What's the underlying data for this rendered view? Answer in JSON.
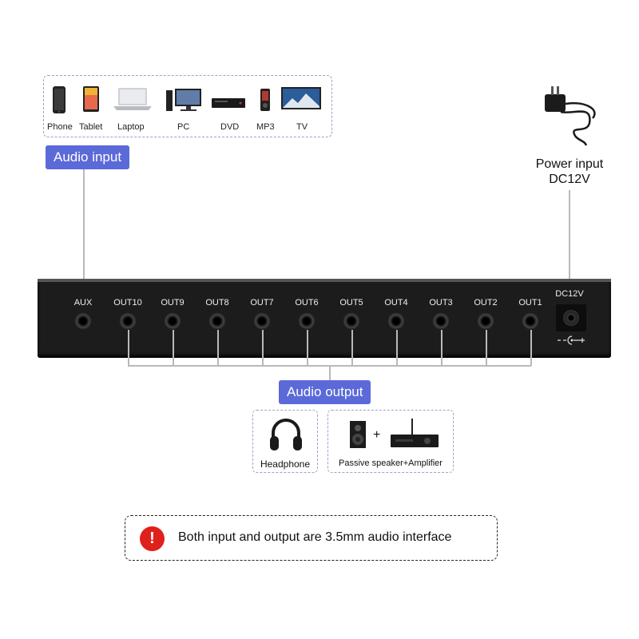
{
  "input_devices": [
    {
      "label": "Phone",
      "icon": "phone-icon"
    },
    {
      "label": "Tablet",
      "icon": "tablet-icon"
    },
    {
      "label": "Laptop",
      "icon": "laptop-icon"
    },
    {
      "label": "PC",
      "icon": "pc-icon"
    },
    {
      "label": "DVD",
      "icon": "dvd-icon"
    },
    {
      "label": "MP3",
      "icon": "mp3-icon"
    },
    {
      "label": "TV",
      "icon": "tv-icon"
    }
  ],
  "audio_input_tag": "Audio input",
  "power": {
    "line1": "Power input",
    "line2": "DC12V",
    "icon": "power-adapter-icon"
  },
  "panel": {
    "aux_label": "AUX",
    "outputs": [
      "OUT10",
      "OUT9",
      "OUT8",
      "OUT7",
      "OUT6",
      "OUT5",
      "OUT4",
      "OUT3",
      "OUT2",
      "OUT1"
    ],
    "dc_label": "DC12V"
  },
  "audio_output_tag": "Audio output",
  "output_devices": {
    "headphone": "Headphone",
    "speaker_amp": "Passive speaker+Amplifier",
    "plus": "+"
  },
  "note": {
    "text": "Both input and output are 3.5mm audio interface",
    "icon_text": "!"
  },
  "colors": {
    "tag_bg": "#5b6ad8",
    "panel": "#1c1c1c",
    "warning": "#e0201c"
  }
}
